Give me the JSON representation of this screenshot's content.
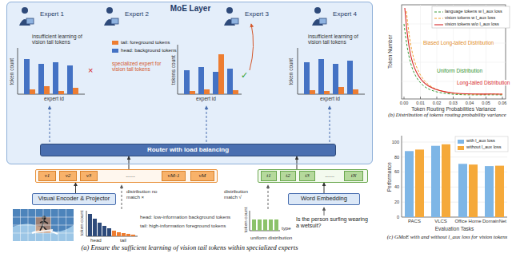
{
  "diagram": {
    "nodes": [
      {
        "text": [
          "MoE Layer"
        ]
      },
      {
        "text": [
          "Expert 1"
        ],
        "in": 0
      },
      {
        "text": [
          "Expert 2"
        ],
        "in": 0
      },
      {
        "text": [
          "Expert 3"
        ],
        "in": 0
      },
      {
        "text": [
          "Expert 4"
        ],
        "in": 0
      },
      {
        "text": [
          "Router with load balancing"
        ],
        "in": 0
      },
      {
        "text": [
          "......"
        ]
      },
      {
        "text": [
          "v1"
        ],
        "in": 6
      },
      {
        "text": [
          "v2"
        ],
        "in": 6
      },
      {
        "text": [
          "v3"
        ],
        "in": 6
      },
      {
        "text": [
          "vM-1"
        ],
        "in": 6
      },
      {
        "text": [
          "vM"
        ],
        "in": 6
      },
      {
        "text": [
          "......"
        ]
      },
      {
        "text": [
          "t1"
        ],
        "in": 12
      },
      {
        "text": [
          "t2"
        ],
        "in": 12
      },
      {
        "text": [
          "t3"
        ],
        "in": 12
      },
      {
        "text": [
          "tN"
        ],
        "in": 12
      },
      {
        "text": [
          "Visual Encoder & Projector"
        ]
      },
      {
        "text": [
          "Word Embedding"
        ]
      }
    ],
    "edges": [
      {
        "from": 17,
        "to": 6,
        "arrow": "to"
      },
      {
        "from": 6,
        "to": 5,
        "arrow": "to"
      },
      {
        "from": 18,
        "to": 12,
        "arrow": "to"
      },
      {
        "from": 12,
        "to": 5,
        "arrow": "to"
      }
    ],
    "labels": [
      "insufficient learning of vision tail tokens",
      "token count",
      "expert id",
      "×",
      "tokens count",
      "expert id",
      "specialized expert for vision tail tokens",
      "✓",
      "insufficient learning of vision tail tokens",
      "token count",
      "expert id",
      "token count",
      "head",
      "tail",
      "head: low-information background tokens",
      "tail: high-information foreground tokens",
      "distribution no match ×",
      "distribution match √",
      "token count",
      "type",
      "uniform distribution",
      "Is the person surfing wearing a wetsuit?",
      "(a) Ensure the sufficient learning of vision tail tokens within specialized experts",
      "Token Number",
      "0.00",
      "0.01",
      "0.02",
      "0.03",
      "0.04",
      "0.05",
      "0.06",
      "Token Routing Probabilities Variance",
      "Biased Long-tailed Distribution",
      "Uniform Distribution",
      "Long-tailed Distribution",
      "(b) Distribution of tokens routing probability variance",
      "Performance",
      "0",
      "20",
      "40",
      "60",
      "80",
      "100",
      "PACS",
      "VLCS",
      "Office Home",
      "DomainNet",
      "Evaluation Tasks",
      "(c) GMoE with and without l_aux loss for vision tokens"
    ],
    "legend": [
      {
        "text": "tail: foreground tokens",
        "color": "#ed7d31"
      },
      {
        "text": "head: background tokens",
        "color": "#4472c4"
      },
      {
        "text": "language tokens w l_aux loss"
      },
      {
        "text": "vision tokens w l_aux loss"
      },
      {
        "text": "vision tokens w/o l_aux loss"
      },
      {
        "text": "with l_aux loss",
        "color": "#7eb6e6"
      },
      {
        "text": "without l_aux loss",
        "color": "#f5a93a"
      }
    ]
  }
}
